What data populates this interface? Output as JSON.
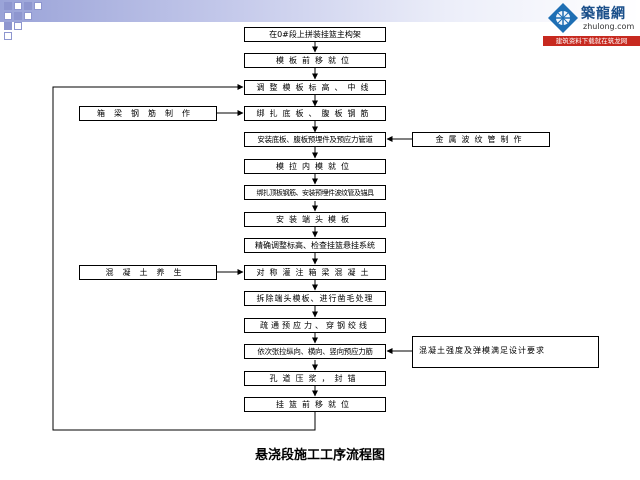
{
  "header": {
    "logo_title": "築龍網",
    "logo_sub": "zhulong.com",
    "logo_tagline": "建筑资料下载就在筑龙网",
    "band_color": "#9aa3d8",
    "square_color": "#8e96cf"
  },
  "main_steps": [
    "在0#段上拼装挂篮主构架",
    "模板前移就位",
    "调整模板标高、中线",
    "绑扎底板、腹板钢筋",
    "安装底板、腹板预埋件及预应力管道",
    "模拉内模就位",
    "绑扎顶板钢筋、安装预埋件波纹管及锚具",
    "安装端头模板",
    "精确调整标高、检查挂篮悬挂系统",
    "对称灌注箱梁混凝土",
    "拆除端头模板、进行凿毛处理",
    "疏通预应力、穿钢绞线",
    "依次张拉纵向、横向、竖向预应力筋",
    "孔道压浆，封锚",
    "挂篮前移就位"
  ],
  "side_steps": {
    "rebar": "箱梁钢筋制作",
    "duct": "金属波纹管制作",
    "curing": "混凝土养生",
    "condition": "混凝土强度及弹模满足设计要求"
  },
  "caption": "悬浇段施工工序流程图"
}
